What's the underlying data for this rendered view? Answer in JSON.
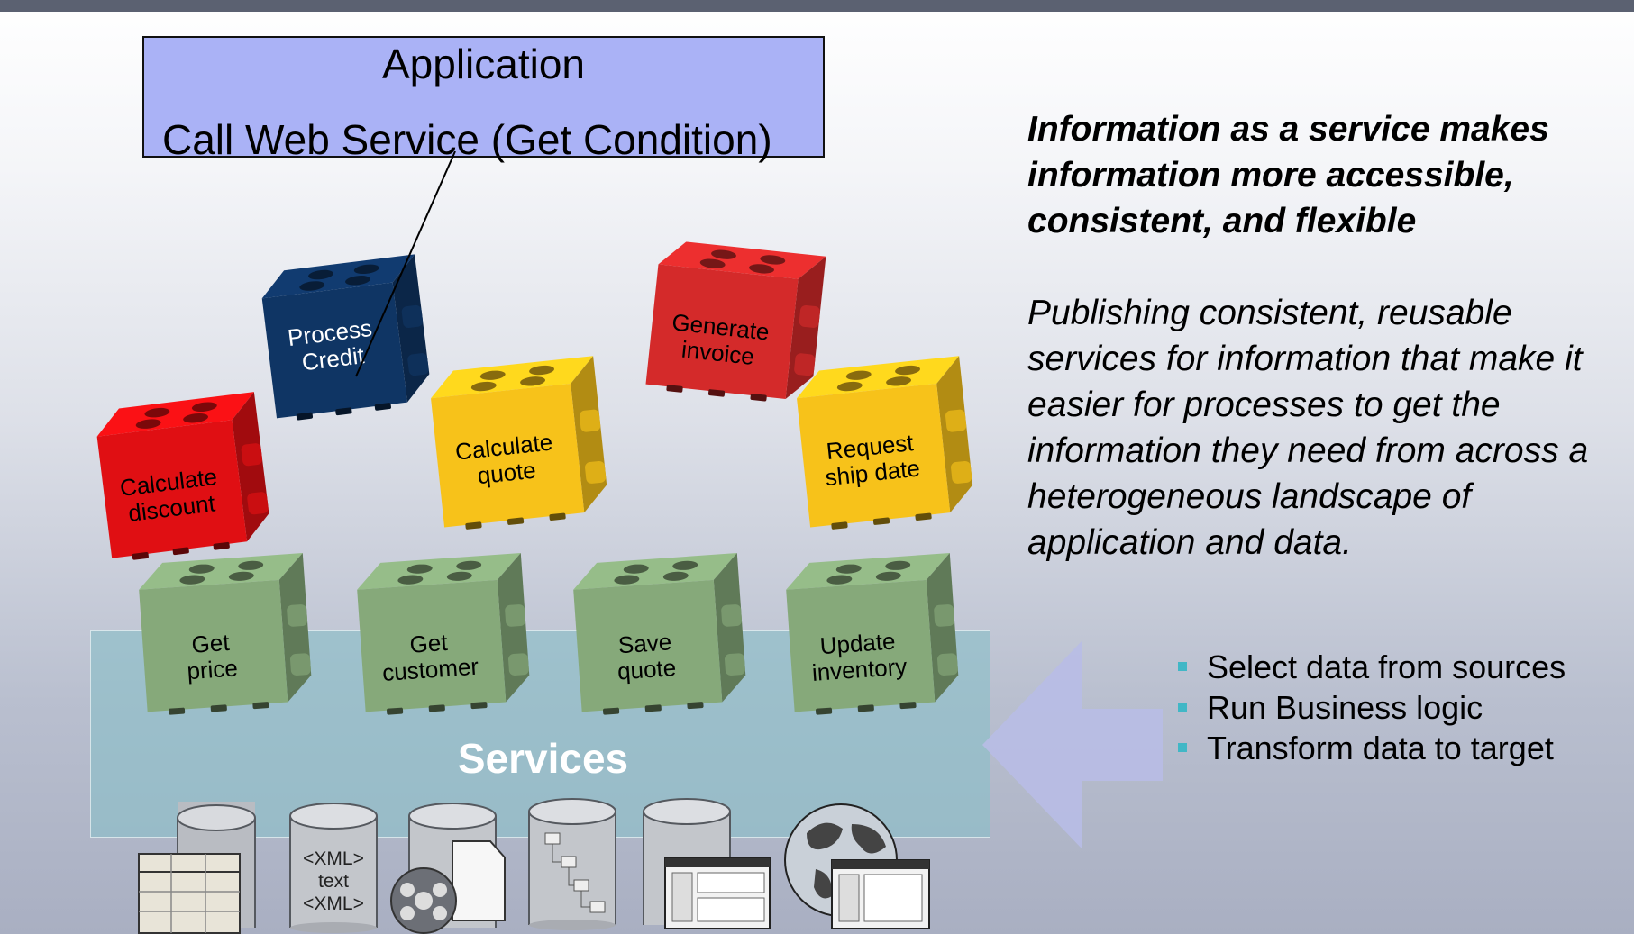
{
  "application": {
    "title": "Application",
    "call": "Call Web Service (Get Condition)"
  },
  "blocks": [
    {
      "id": "process-credit",
      "label": "Process\nCredit",
      "color": "#0f3564",
      "text_color": "#ffffff"
    },
    {
      "id": "calculate-discount",
      "label": "Calculate\ndiscount",
      "color": "#e00f13",
      "text_color": "#000000"
    },
    {
      "id": "calculate-quote",
      "label": "Calculate\nquote",
      "color": "#f7c21a",
      "text_color": "#000000"
    },
    {
      "id": "generate-invoice",
      "label": "Generate\ninvoice",
      "color": "#d42a2a",
      "text_color": "#000000"
    },
    {
      "id": "request-ship-date",
      "label": "Request\nship date",
      "color": "#f7c21a",
      "text_color": "#000000"
    },
    {
      "id": "get-price",
      "label": "Get\nprice",
      "color": "#86a97a",
      "text_color": "#000000"
    },
    {
      "id": "get-customer",
      "label": "Get\ncustomer",
      "color": "#86a97a",
      "text_color": "#000000"
    },
    {
      "id": "save-quote",
      "label": "Save\nquote",
      "color": "#86a97a",
      "text_color": "#000000"
    },
    {
      "id": "update-inventory",
      "label": "Update\ninventory",
      "color": "#86a97a",
      "text_color": "#000000"
    }
  ],
  "services_label": "Services",
  "data_sources": [
    {
      "type": "relational-table-icon"
    },
    {
      "type": "xml-database-icon",
      "text": [
        "<XML>",
        "text",
        "<XML>"
      ]
    },
    {
      "type": "media-content-icon"
    },
    {
      "type": "hierarchical-data-icon"
    },
    {
      "type": "application-database-icon"
    },
    {
      "type": "web-application-icon"
    }
  ],
  "headline": "Information as a service makes information more accessible, consistent, and flexible",
  "body": "Publishing consistent, reusable services for information that make it easier for processes to get the information they need from across a heterogeneous landscape of application and data.",
  "bullets": [
    "Select data from sources",
    "Run Business logic",
    "Transform data to target"
  ],
  "colors": {
    "accent": "#41b7c6",
    "application_box": "#aab2f6",
    "arrow": "#b8bde5"
  }
}
